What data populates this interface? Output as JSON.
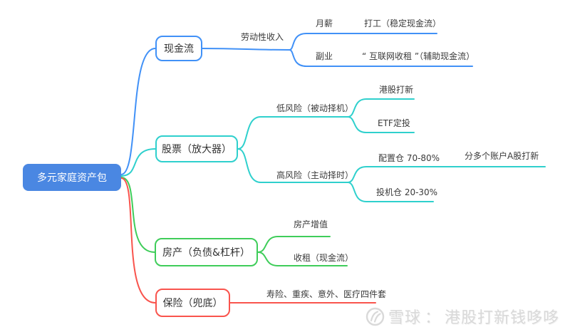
{
  "root": {
    "label": "多元家庭资产包"
  },
  "nodes": {
    "cashflow": {
      "label": "现金流"
    },
    "stock": {
      "label": "股票（放大器）"
    },
    "house": {
      "label": "房产（负债&杠杆）"
    },
    "insurance": {
      "label": "保险（兜底）"
    }
  },
  "labels": {
    "labor_income": "劳动性收入",
    "monthly_salary": "月薪",
    "wage_job": "打工（稳定现金流）",
    "side_business": "副业",
    "internet_rent": "“ 互联网收租 ”（辅助现金流）",
    "low_risk": "低风险（被动择机）",
    "hk_ipo": "港股打新",
    "etf_invest": "ETF定投",
    "high_risk": "高风险（主动择时）",
    "allocation_position": "配置仓 70-80%",
    "multi_account_ipo": "分多个账户A股打新",
    "speculation_position": "投机仓 20-30%",
    "property_appreciation": "房产增值",
    "rent_income": "收租（现金流）",
    "insurance_suite": "寿险、重疾、意外、医疗四件套"
  },
  "watermark": {
    "brand": "雪球",
    "colon": "：",
    "account": "港股打新钱哆哆"
  },
  "colors": {
    "root-fill": "#4a87e2",
    "blue": "#4191f7",
    "cyan": "#2fd0cd",
    "green": "#3fcd5a",
    "red": "#f9544d",
    "text": "#3a3a3a",
    "watermark": "#d9d9d9"
  }
}
